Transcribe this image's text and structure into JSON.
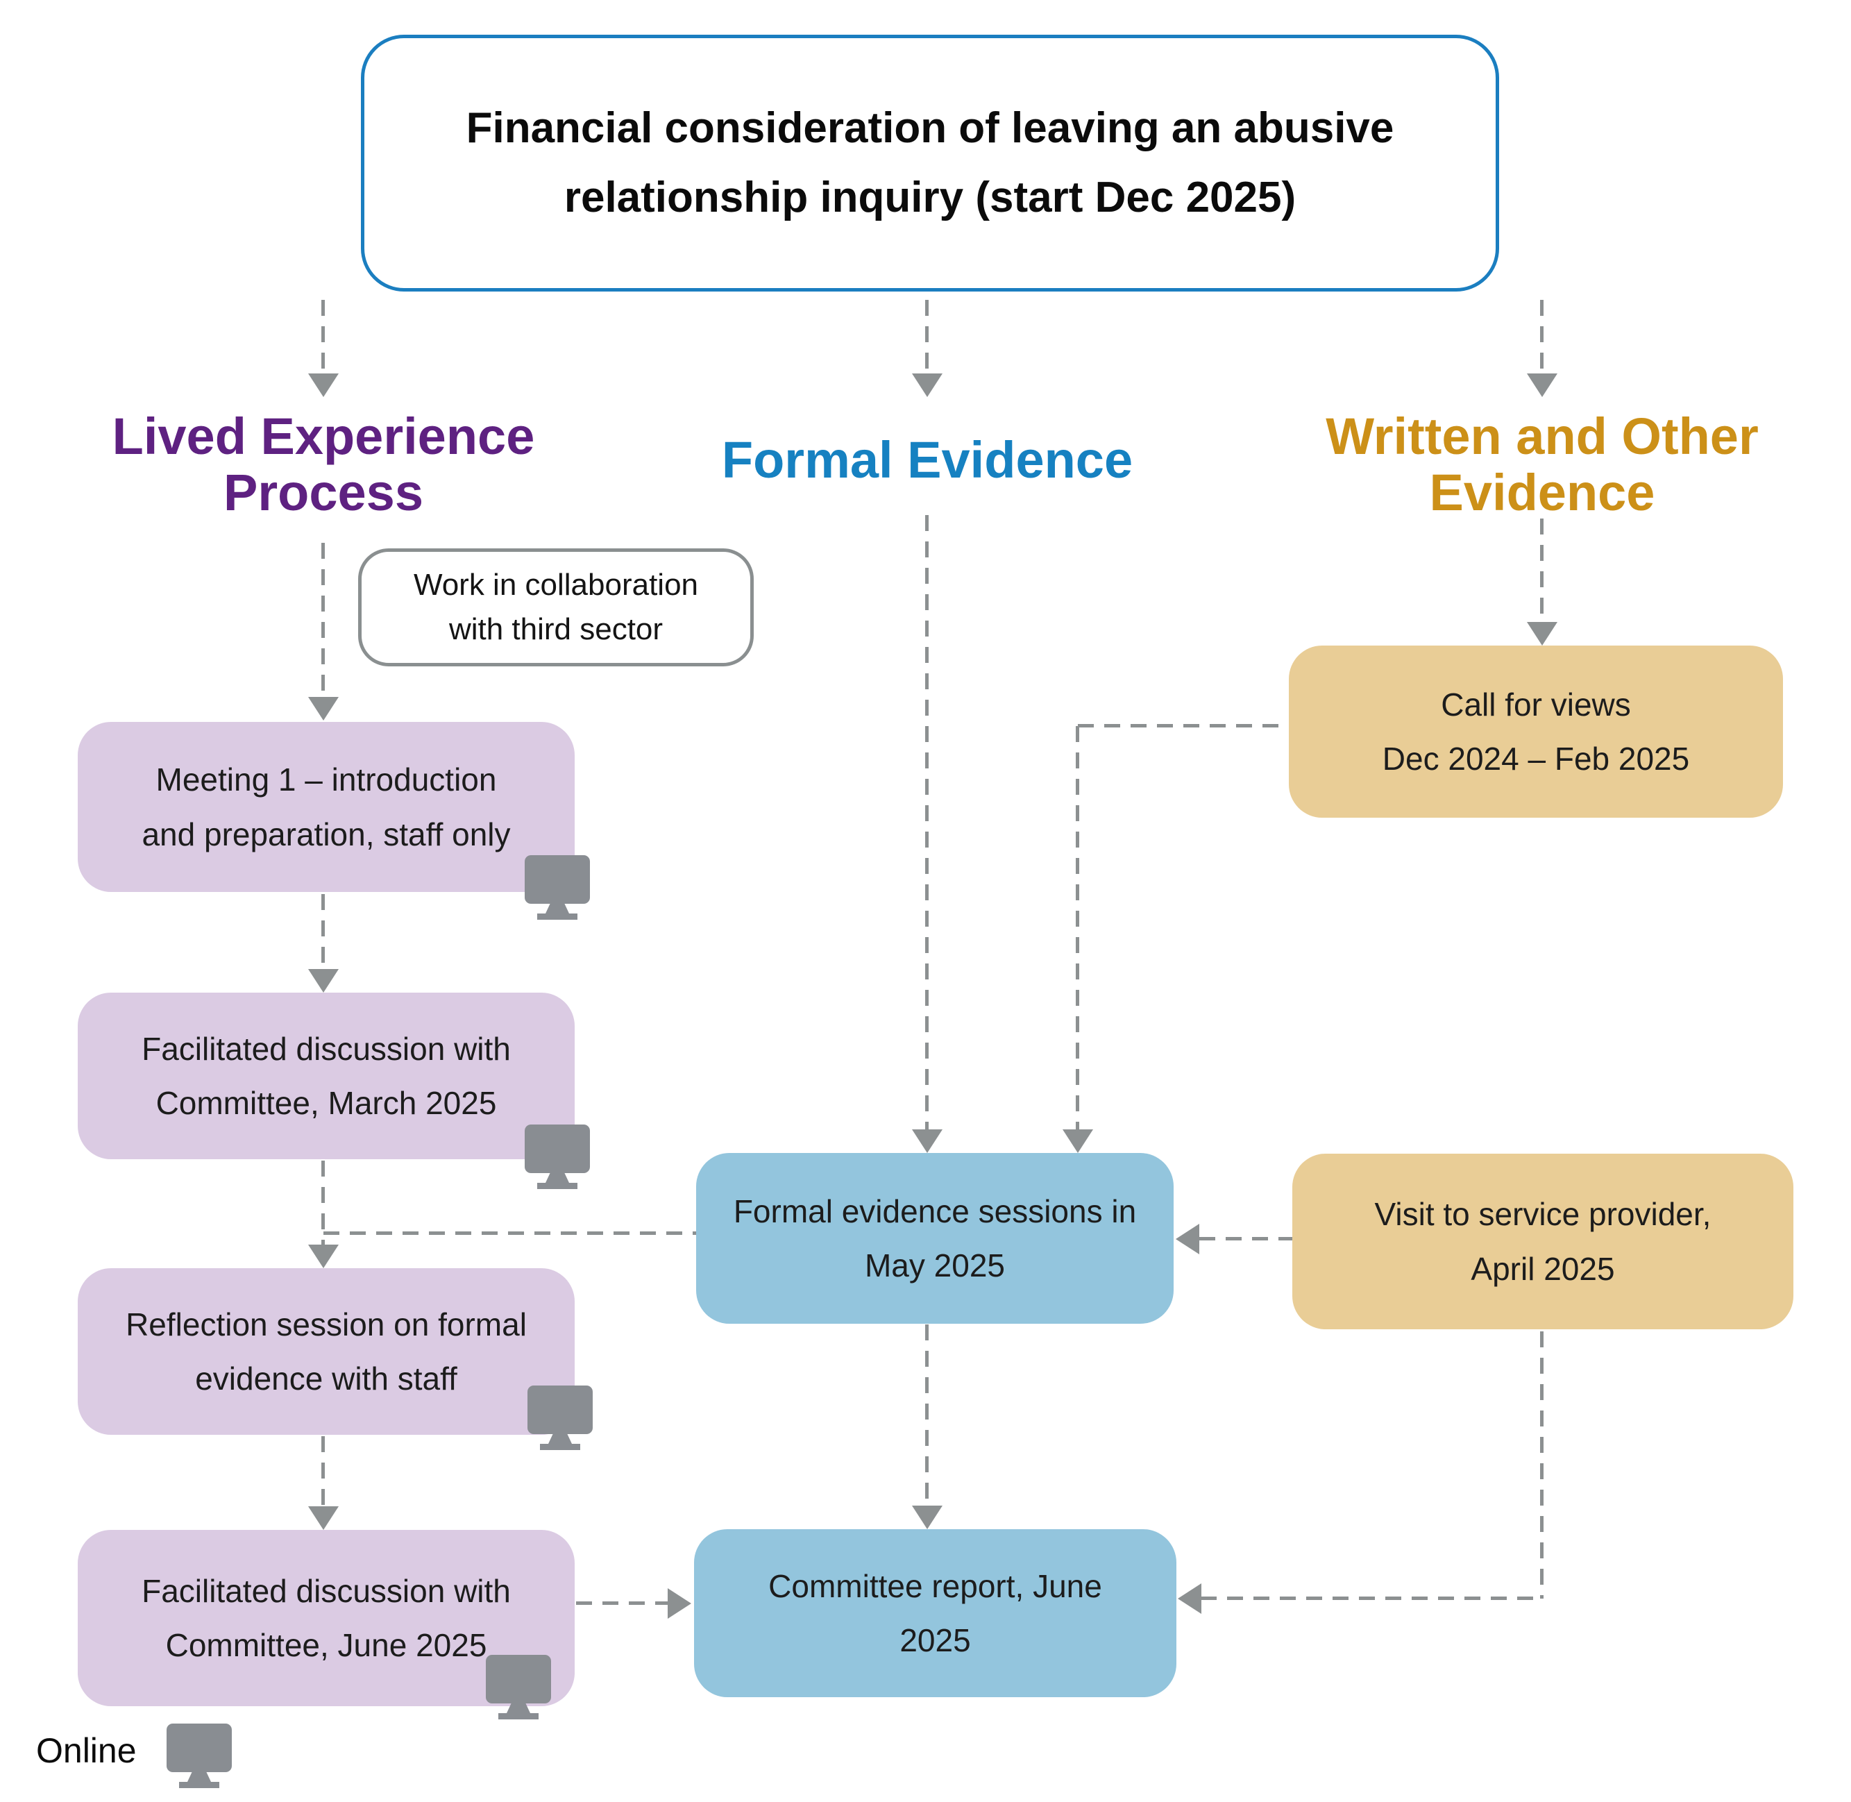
{
  "title": {
    "text": "Financial consideration of leaving an abusive relationship inquiry (start Dec 2025)",
    "lines": [
      "Financial consideration of leaving an abusive",
      "relationship inquiry (start Dec 2025)"
    ]
  },
  "columns": {
    "lived": {
      "label": "Lived Experience Process",
      "lines": [
        "Lived Experience",
        "Process"
      ],
      "color": "#5E2181"
    },
    "formal": {
      "label": "Formal Evidence",
      "lines": [
        "Formal Evidence"
      ],
      "color": "#1681C1"
    },
    "written": {
      "label": "Written and Other Evidence",
      "lines": [
        "Written and Other",
        "Evidence"
      ],
      "color": "#CC9018"
    }
  },
  "note": {
    "text": "Work in collaboration with third sector",
    "lines": [
      "Work in collaboration",
      "with third sector"
    ]
  },
  "nodes": {
    "meeting1": {
      "text": "Meeting 1 – introduction and preparation, staff only",
      "lines": [
        "Meeting 1 – introduction",
        "and preparation, staff only"
      ],
      "online": true
    },
    "march": {
      "text": "Facilitated discussion with Committee, March 2025",
      "lines": [
        "Facilitated discussion with",
        "Committee, March 2025"
      ],
      "online": true
    },
    "reflection": {
      "text": "Reflection session on formal evidence with staff",
      "lines": [
        "Reflection session on formal",
        "evidence with staff"
      ],
      "online": true
    },
    "june": {
      "text": "Facilitated discussion with Committee, June 2025",
      "lines": [
        "Facilitated discussion with",
        "Committee, June 2025"
      ],
      "online": true
    },
    "sessions": {
      "text": "Formal evidence sessions in May 2025",
      "lines": [
        "Formal evidence sessions in",
        "May 2025"
      ],
      "online": false
    },
    "report": {
      "text": "Committee report, June 2025",
      "lines": [
        "Committee report, June",
        "2025"
      ],
      "online": false
    },
    "views": {
      "text": "Call for views Dec 2024 – Feb 2025",
      "lines": [
        "Call for views",
        "Dec 2024 – Feb 2025"
      ],
      "online": false
    },
    "visit": {
      "text": "Visit to service provider, April 2025",
      "lines": [
        "Visit to service provider,",
        "April 2025"
      ],
      "online": false
    }
  },
  "legend": {
    "label": "Online",
    "icon": "monitor-icon"
  },
  "colors": {
    "title_border": "#1B7EC0",
    "lived_heading": "#5E2181",
    "formal_heading": "#1681C1",
    "written_heading": "#CC9018",
    "lavender_box": "#DBCBE3",
    "blue_box": "#93C5DD",
    "tan_box": "#E9CD96",
    "note_border": "#8A8F90",
    "connector_gray": "#8C9091",
    "monitor_gray": "#898D92",
    "text": "#141414"
  }
}
